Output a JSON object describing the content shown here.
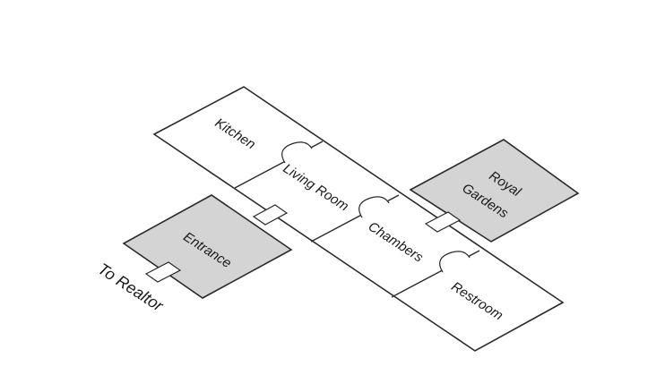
{
  "rooms": {
    "kitchen": "Kitchen",
    "living_room": "Living Room",
    "chambers": "Chambers",
    "restroom": "Restroom",
    "royal_gardens": [
      "Royal",
      "Gardens"
    ],
    "entrance": "Entrance"
  },
  "external": {
    "realtor": "To Realtor"
  },
  "colors": {
    "white_room": "#ffffff",
    "grey_room": "#d4d4d4",
    "outline": "#2b2b2b"
  }
}
